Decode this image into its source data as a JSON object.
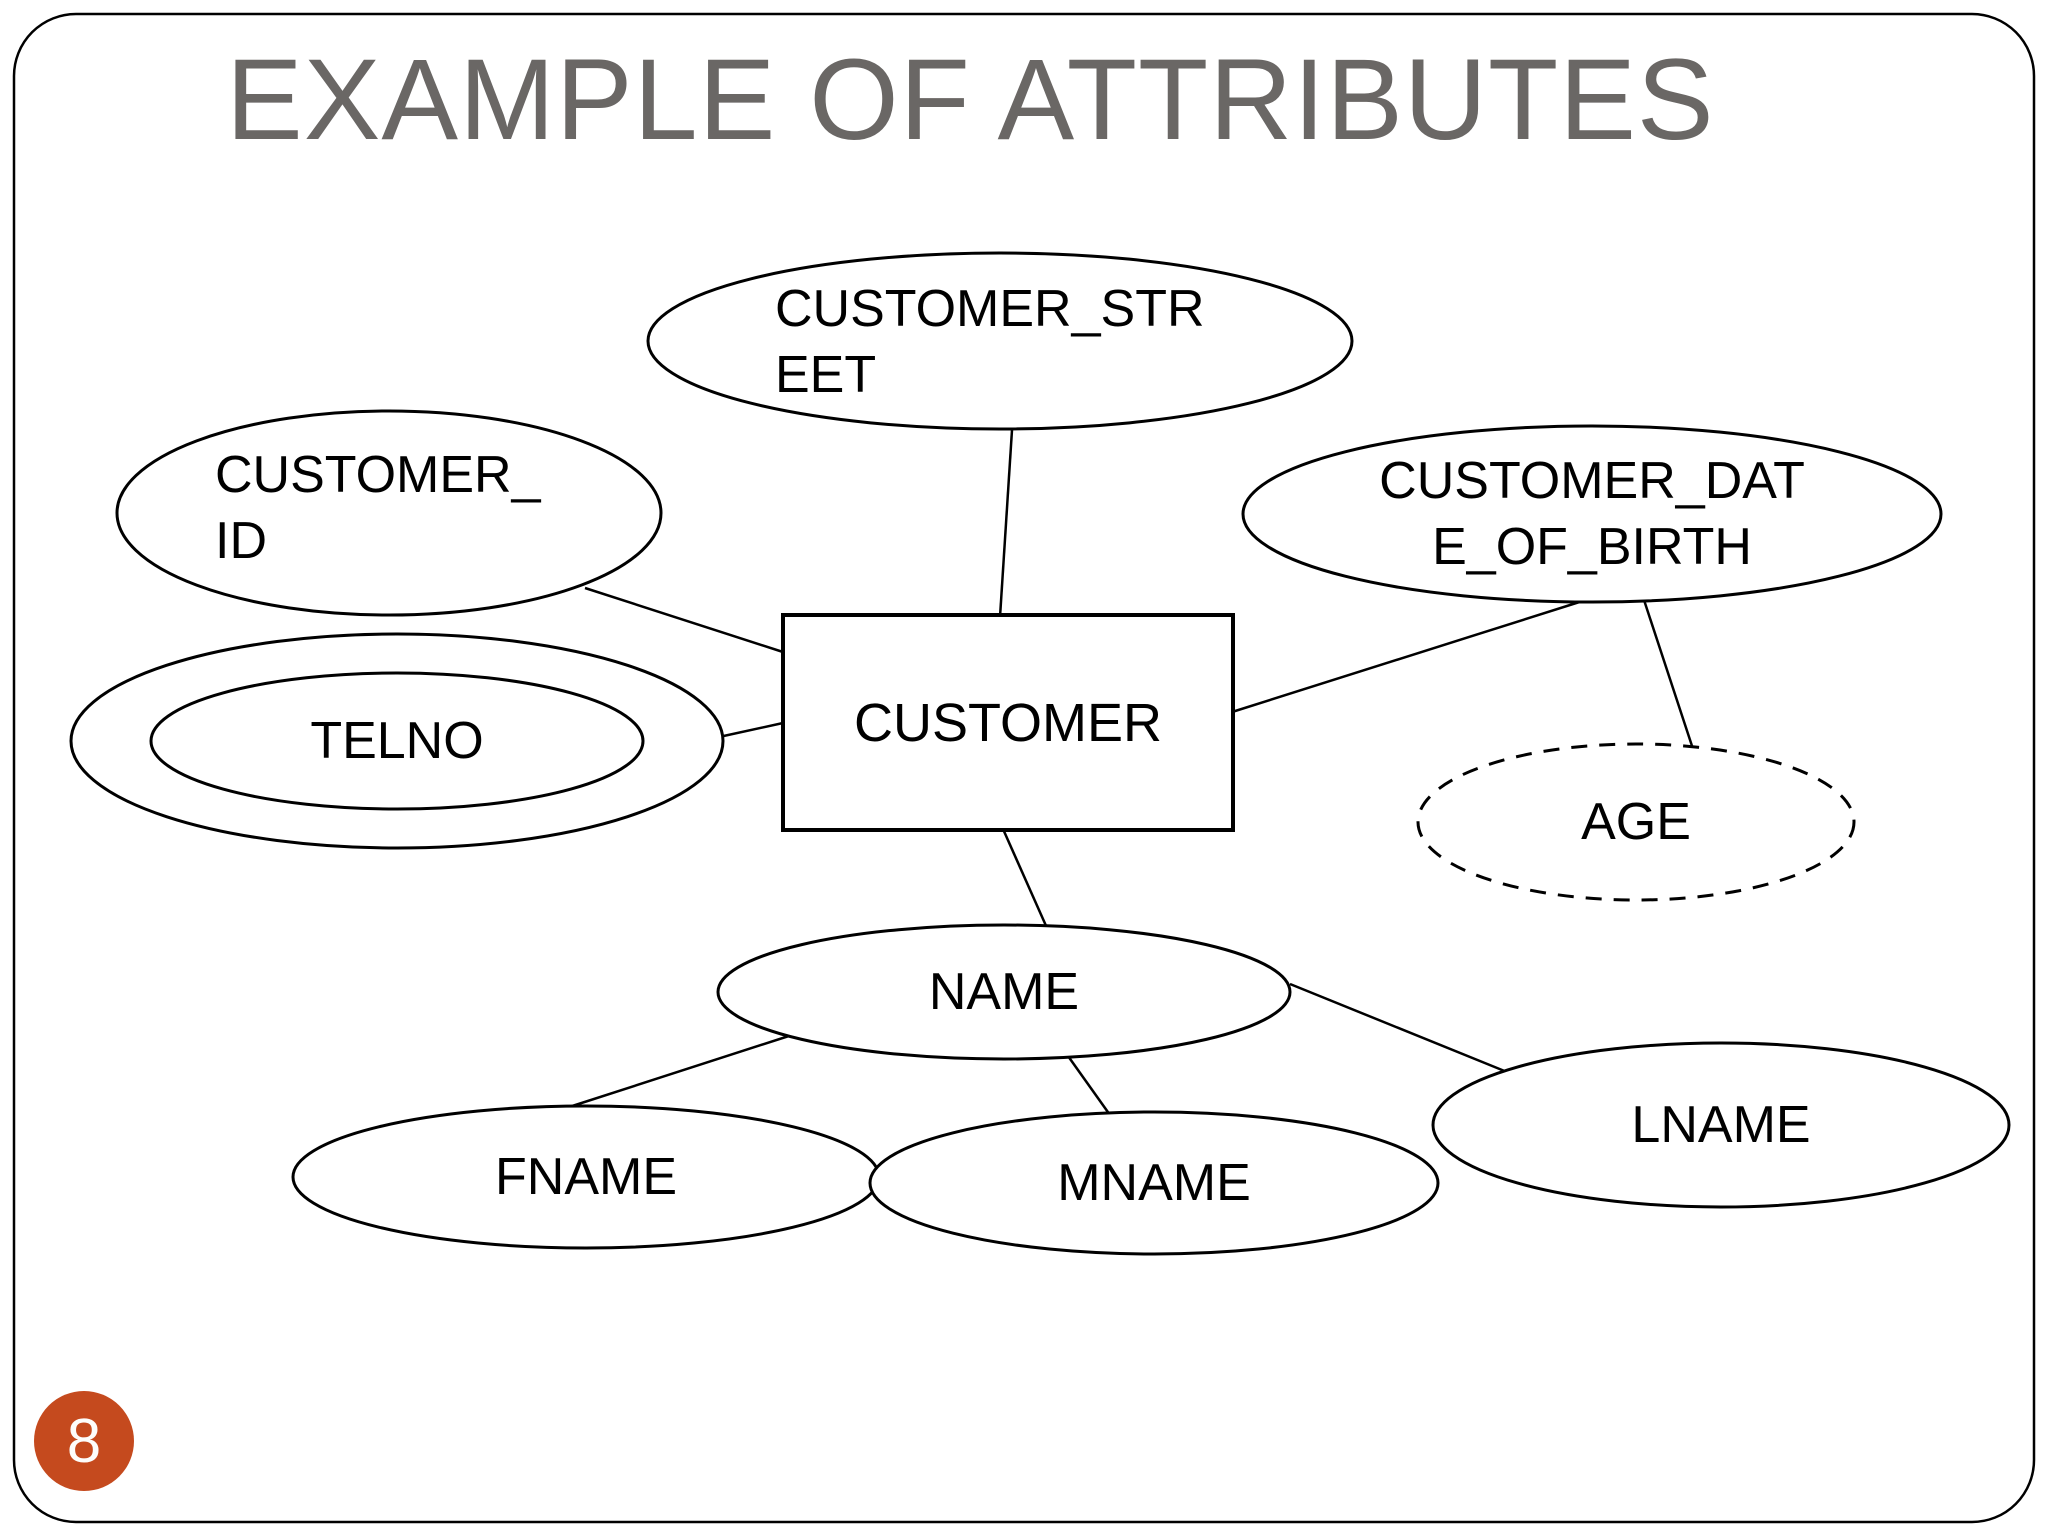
{
  "slide": {
    "title": "EXAMPLE OF ATTRIBUTES",
    "page_number": "8",
    "colors": {
      "accent": "#c54a1e",
      "title": "#6a6765",
      "stroke": "#000000"
    }
  },
  "nodes": {
    "customer": {
      "label": "CUSTOMER",
      "kind": "entity"
    },
    "customer_street": {
      "label": "CUSTOMER_STR\nEET",
      "kind": "attribute"
    },
    "customer_id": {
      "label": "CUSTOMER_\nID",
      "kind": "attribute"
    },
    "telno": {
      "label": "TELNO",
      "kind": "multivalued-attribute"
    },
    "customer_date_of_birth": {
      "label": "CUSTOMER_DAT\nE_OF_BIRTH",
      "kind": "attribute"
    },
    "age": {
      "label": "AGE",
      "kind": "derived-attribute"
    },
    "name": {
      "label": "NAME",
      "kind": "composite-attribute"
    },
    "fname": {
      "label": "FNAME",
      "kind": "attribute"
    },
    "mname": {
      "label": "MNAME",
      "kind": "attribute"
    },
    "lname": {
      "label": "LNAME",
      "kind": "attribute"
    }
  },
  "edges": [
    {
      "from": "customer_street",
      "to": "customer"
    },
    {
      "from": "customer_id",
      "to": "customer"
    },
    {
      "from": "telno",
      "to": "customer"
    },
    {
      "from": "customer_date_of_birth",
      "to": "customer"
    },
    {
      "from": "customer_date_of_birth",
      "to": "age"
    },
    {
      "from": "customer",
      "to": "name"
    },
    {
      "from": "name",
      "to": "fname"
    },
    {
      "from": "name",
      "to": "mname"
    },
    {
      "from": "name",
      "to": "lname"
    }
  ]
}
